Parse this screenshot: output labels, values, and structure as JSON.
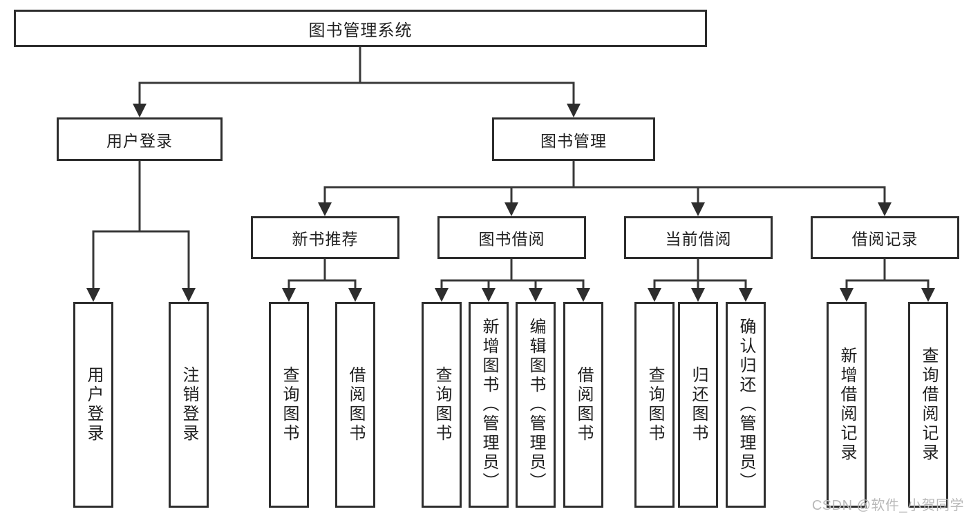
{
  "diagram": {
    "title": "图书管理系统",
    "watermark": "CSDN @软件_小贺同学",
    "colors": {
      "background": "#ffffff",
      "line": "#383838",
      "box_border": "#2d2d2d",
      "text": "#1f1f1f",
      "watermark": "#b9b9b9"
    }
  },
  "nodes": {
    "root": {
      "label": "图书管理系统"
    },
    "level2": [
      {
        "label": "用户登录",
        "parent": "图书管理系统"
      },
      {
        "label": "图书管理",
        "parent": "图书管理系统"
      }
    ],
    "level3": [
      {
        "label": "新书推荐",
        "parent": "图书管理"
      },
      {
        "label": "图书借阅",
        "parent": "图书管理"
      },
      {
        "label": "当前借阅",
        "parent": "图书管理"
      },
      {
        "label": "借阅记录",
        "parent": "图书管理"
      }
    ],
    "leaves": [
      {
        "label": "用户登录",
        "parent": "用户登录"
      },
      {
        "label": "注销登录",
        "parent": "用户登录"
      },
      {
        "label": "查询图书",
        "parent": "新书推荐"
      },
      {
        "label": "借阅图书",
        "parent": "新书推荐"
      },
      {
        "label": "查询图书",
        "parent": "图书借阅"
      },
      {
        "label": "新增图书（管理员）",
        "parent": "图书借阅"
      },
      {
        "label": "编辑图书（管理员）",
        "parent": "图书借阅"
      },
      {
        "label": "借阅图书",
        "parent": "图书借阅"
      },
      {
        "label": "查询图书",
        "parent": "当前借阅"
      },
      {
        "label": "归还图书",
        "parent": "当前借阅"
      },
      {
        "label": "确认归还（管理员）",
        "parent": "当前借阅"
      },
      {
        "label": "新增借阅记录",
        "parent": "借阅记录"
      },
      {
        "label": "查询借阅记录",
        "parent": "借阅记录"
      }
    ]
  }
}
